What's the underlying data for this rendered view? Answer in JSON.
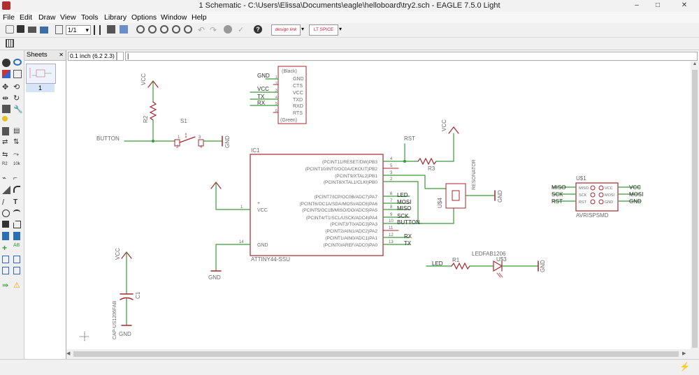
{
  "window": {
    "title": "1 Schematic - C:\\Users\\Elissa\\Documents\\eagle\\helloboard\\try2.sch - EAGLE 7.5.0 Light",
    "controls": [
      "–",
      "□",
      "✕"
    ]
  },
  "menu": [
    "File",
    "Edit",
    "Draw",
    "View",
    "Tools",
    "Library",
    "Options",
    "Window",
    "Help"
  ],
  "toolbar": {
    "sheet_select": "1/1",
    "designlink_label": "design link",
    "ltspice_label": "LT SPICE"
  },
  "sheets_panel": {
    "title": "Sheets",
    "close": "✕",
    "sheet_number": "1"
  },
  "command_bar": {
    "coordinate": "0.1 inch (6.2 2.3)",
    "command_text": ""
  },
  "schematic": {
    "header": {
      "pins": [
        "GND",
        "CTS",
        "VCC",
        "TXD",
        "RXD",
        "RTS"
      ],
      "pin_numbers": [
        "1",
        "2",
        "3",
        "4",
        "5",
        "6"
      ],
      "top_label": "(Black)",
      "bottom_label": "(Green)",
      "net_labels": [
        "GND",
        "VCC",
        "TX",
        "RX"
      ]
    },
    "ic1": {
      "name": "IC1",
      "value": "ATTINY44-SSU",
      "left_pins": [
        "VCC",
        "GND"
      ],
      "left_pin_numbers": [
        "1",
        "14"
      ],
      "right_pins": [
        "(PCINT11/RESET/DW)PB3",
        "(PCINT10/INT0/OC0A/CKOUT)PB2",
        "(PCINT9/XTAL2)PB1",
        "(PCINT8/XTAL1/CLKI)PB0",
        "(PCINT7/ICP/OC0B/ADC7)PA7",
        "(PCINT6/OC1A/SDA/MOSI/ADC6)PA6",
        "(PCINT5/OC1B/MISO/DO/ADC5)PA5",
        "(PCINT4/T1/SCL/USCK/ADC4)PA4",
        "(PCINT3/T0/ADC3)PA3",
        "(PCINT2/AIN1/ADC2)PA2",
        "(PCINT1/AIN0/ADC1)PA1",
        "(PCINT0/AREF/ADC0)PA0"
      ],
      "right_pin_numbers": [
        "4",
        "5",
        "3",
        "2",
        "6",
        "7",
        "8",
        "9",
        "10",
        "11",
        "12",
        "13"
      ],
      "net_labels": [
        "LED",
        "MOSI",
        "MISO",
        "SCK",
        "BUTTON",
        "RX",
        "TX"
      ]
    },
    "parts": {
      "vcc": "VCC",
      "gnd": "GND",
      "r2": "R2",
      "s1": "S1",
      "button": "BUTTON",
      "s1_pins": [
        "1",
        "2",
        "3",
        "4"
      ],
      "rst": "RST",
      "r3": "R3",
      "resonator": "RESONATOR",
      "u4": "U$4",
      "u1": "U$1",
      "avr_name": "AVRISPSMD",
      "avr_left_pins": [
        "MISO",
        "SCK",
        "RST"
      ],
      "avr_right_pins": [
        "VCC",
        "MOSI",
        "GND"
      ],
      "avr_left_nets": [
        "MISO",
        "SCK",
        "RST"
      ],
      "avr_right_nets": [
        "VCC",
        "MOSI",
        "GND"
      ],
      "led_net": "LED",
      "r1": "R1",
      "led_part": "LEDFAB1206",
      "u3": "U$3",
      "c1": "C1",
      "c1_value": "CAP-US1206FAB",
      "plus": "+"
    }
  },
  "colors": {
    "wire": "#3a9a3a",
    "part": "#a8262c",
    "text": "#6a6a6a",
    "label": "#2a2a2a"
  }
}
